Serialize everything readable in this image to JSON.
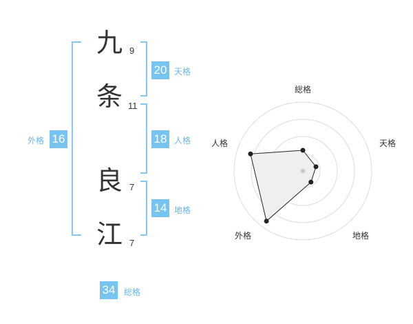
{
  "name": {
    "chars": [
      {
        "char": "九",
        "strokes": "9"
      },
      {
        "char": "条",
        "strokes": "11"
      },
      {
        "char": "良",
        "strokes": "7"
      },
      {
        "char": "江",
        "strokes": "7"
      }
    ]
  },
  "fortune": {
    "tenkaku": {
      "value": "20",
      "label": "天格"
    },
    "jinkaku": {
      "value": "18",
      "label": "人格"
    },
    "chikaku": {
      "value": "14",
      "label": "地格"
    },
    "gaikaku": {
      "value": "16",
      "label": "外格"
    },
    "soukaku": {
      "value": "34",
      "label": "総格"
    }
  },
  "colors": {
    "accent": "#78c4f0",
    "bracket": "#86c8ef",
    "label": "#6ab7e6",
    "text": "#333333"
  },
  "chart_data": {
    "type": "radar",
    "axes": [
      "総格",
      "天格",
      "地格",
      "外格",
      "人格"
    ],
    "values": [
      0.3,
      0.2,
      0.2,
      0.9,
      0.8
    ],
    "range": [
      0,
      1
    ],
    "rings": 4
  }
}
